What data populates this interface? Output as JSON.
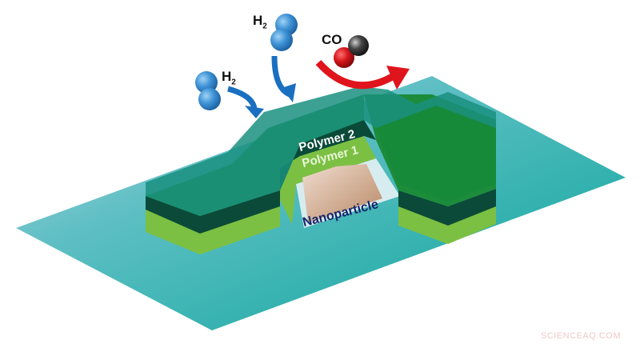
{
  "diagram": {
    "labels": {
      "h2_left": {
        "main": "H",
        "sub": "2"
      },
      "h2_top": {
        "main": "H",
        "sub": "2"
      },
      "co": "CO",
      "polymer_2": "Polymer 2",
      "polymer_1": "Polymer 1",
      "nanoparticle": "Nanoparticle"
    },
    "watermark": "SCIENCEAQ.COM",
    "colors": {
      "substrate": "#12aaa0",
      "substrate_light": "#a9d3dc",
      "polymer_2": "#1a8f7f",
      "polymer_2_dark": "#0b4a38",
      "polymer_1": "#7cc043",
      "polymer_1_top": "#1c8c3a",
      "nanoparticle": "#d8b59a",
      "h2_molecule": "#3e92d6",
      "arrow_blue": "#1a6fc0",
      "arrow_red": "#e0141c",
      "oxygen": "#d4141a",
      "carbon": "#2b2b2b"
    }
  }
}
